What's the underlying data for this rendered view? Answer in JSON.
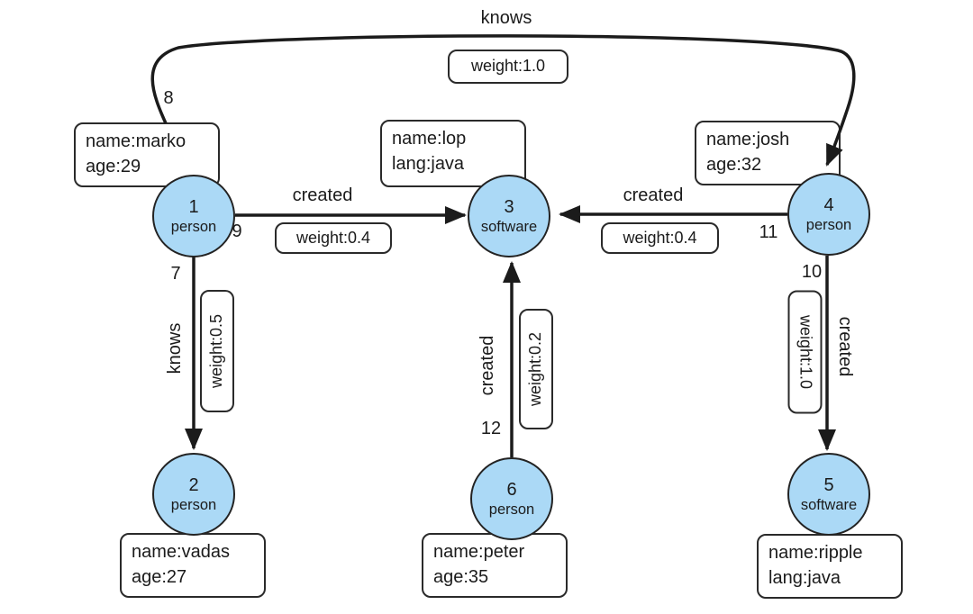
{
  "colors": {
    "node_fill": "#abd9f6",
    "ink": "#1b1b1b",
    "background": "#ffffff"
  },
  "nodes": [
    {
      "id": "1",
      "type": "person",
      "prop1": "name:marko",
      "prop2": "age:29"
    },
    {
      "id": "2",
      "type": "person",
      "prop1": "name:vadas",
      "prop2": "age:27"
    },
    {
      "id": "3",
      "type": "software",
      "prop1": "name:lop",
      "prop2": "lang:java"
    },
    {
      "id": "4",
      "type": "person",
      "prop1": "name:josh",
      "prop2": "age:32"
    },
    {
      "id": "5",
      "type": "software",
      "prop1": "name:ripple",
      "prop2": "lang:java"
    },
    {
      "id": "6",
      "type": "person",
      "prop1": "name:peter",
      "prop2": "age:35"
    }
  ],
  "edges": [
    {
      "id": "8",
      "label": "knows",
      "weight": "weight:1.0",
      "from": "1",
      "to": "4"
    },
    {
      "id": "9",
      "label": "created",
      "weight": "weight:0.4",
      "from": "1",
      "to": "3"
    },
    {
      "id": "11",
      "label": "created",
      "weight": "weight:0.4",
      "from": "4",
      "to": "3"
    },
    {
      "id": "7",
      "label": "knows",
      "weight": "weight:0.5",
      "from": "1",
      "to": "2"
    },
    {
      "id": "12",
      "label": "created",
      "weight": "weight:0.2",
      "from": "6",
      "to": "3"
    },
    {
      "id": "10",
      "label": "created",
      "weight": "weight:1.0",
      "from": "4",
      "to": "5"
    }
  ]
}
